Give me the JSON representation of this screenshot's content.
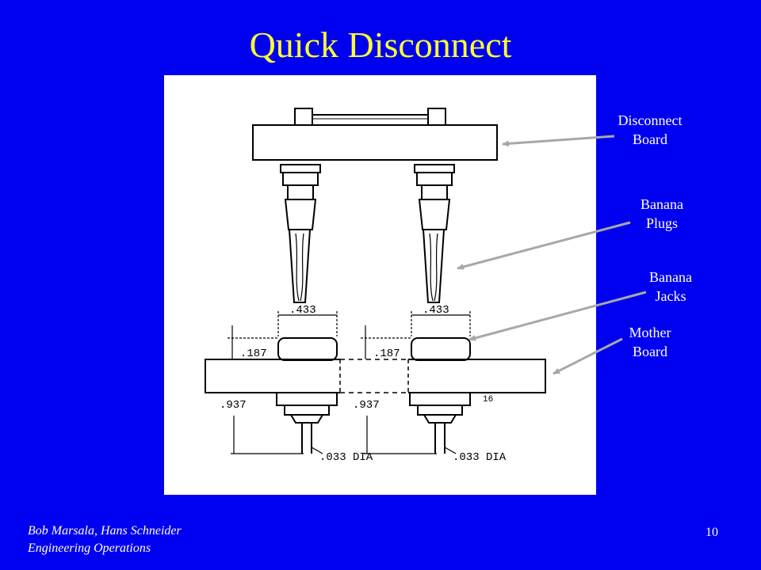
{
  "slide": {
    "title": "Quick Disconnect",
    "callouts": {
      "disconnect_board": "Disconnect\nBoard",
      "banana_plugs": "Banana\nPlugs",
      "banana_jacks": "Banana\nJacks",
      "mother_board": "Mother\nBoard"
    },
    "drawing_labels": {
      "width_left": ".433",
      "width_right": ".433",
      "height_left": ".187",
      "height_right": ".187",
      "depth_left": ".937",
      "depth_right": ".937",
      "dia_left": ".033 DIA",
      "dia_right": ".033 DIA",
      "note": "16"
    },
    "footer": {
      "authors": "Bob Marsala, Hans Schneider",
      "department": "Engineering Operations",
      "page": "10"
    }
  },
  "colors": {
    "background": "#0000f0",
    "title": "#ffff33",
    "arrow": "#a8a8a8"
  }
}
